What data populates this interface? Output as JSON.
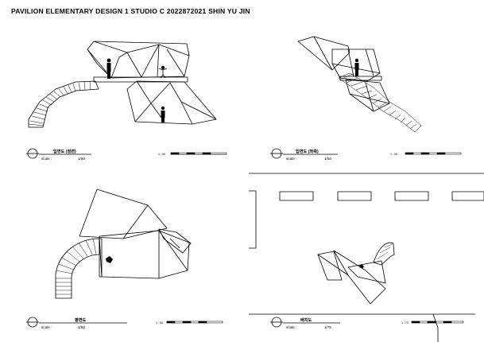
{
  "sheet": {
    "title": "PAVILION ELEMENTARY DESIGN 1 STUDIO C 2022872021 SHIN YU JIN"
  },
  "panels": [
    {
      "id": "front-elevation",
      "title": "입면도 (정면)",
      "scale_label": "scale :",
      "scale_value": "1/50",
      "bar_label": "1 : 50"
    },
    {
      "id": "side-elevation",
      "title": "입면도 (좌측)",
      "scale_label": "scale :",
      "scale_value": "1/50",
      "bar_label": "1 : 50"
    },
    {
      "id": "floor-plan",
      "title": "평면도",
      "scale_label": "scale :",
      "scale_value": "1/50",
      "bar_label": "1 : 50"
    },
    {
      "id": "site-plan",
      "title": "배치도",
      "scale_label": "scale :",
      "scale_value": "1/75",
      "bar_label": "1 : 75"
    }
  ],
  "colors": {
    "ink": "#000000",
    "paper": "#ffffff"
  }
}
